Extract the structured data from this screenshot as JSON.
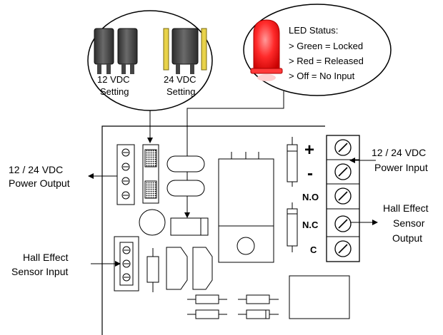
{
  "jumper_callout": {
    "left_label_1": "12 VDC",
    "left_label_2": "Setting",
    "right_label_1": "24 VDC",
    "right_label_2": "Setting"
  },
  "led_callout": {
    "title": "LED Status:",
    "line_green": "> Green = Locked",
    "line_red": "> Red = Released",
    "line_off": "> Off = No Input",
    "led_color": "#ff2a2a"
  },
  "labels": {
    "power_output_1": "12 / 24 VDC",
    "power_output_2": "Power Output",
    "power_input_1": "12 / 24 VDC",
    "power_input_2": "Power Input",
    "hall_output_1": "Hall Effect",
    "hall_output_2": "Sensor",
    "hall_output_3": "Output",
    "hall_input_1": "Hall Effect",
    "hall_input_2": "Sensor Input"
  },
  "terminals": {
    "plus": "+",
    "minus": "-",
    "no": "N.O",
    "nc": "N.C",
    "c": "C"
  },
  "colors": {
    "jumper_pin": "#e8d24a",
    "jumper_cap": "#3a3a3a",
    "outline": "#000000"
  }
}
